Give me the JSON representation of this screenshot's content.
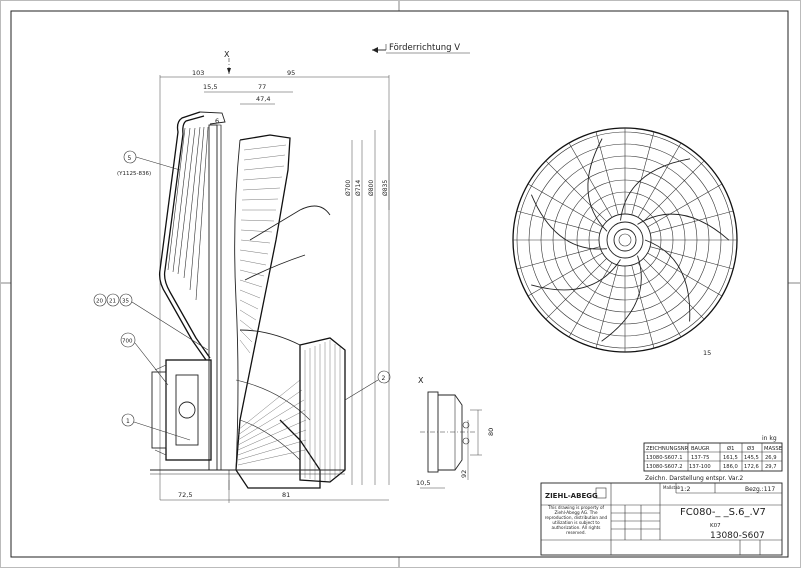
{
  "flow_direction": "Förderrichtung V",
  "section_marks": {
    "top": "X",
    "detail": "X"
  },
  "side_view": {
    "dims_top": [
      "103",
      "95",
      "15,5",
      "77",
      "47,4",
      "6"
    ],
    "dims_diameters": [
      "Ø700",
      "Ø714",
      "Ø800",
      "Ø835"
    ],
    "dims_bottom": [
      "72,5",
      "81"
    ],
    "callouts": [
      {
        "label": "5",
        "sub": "(Y1125-836)"
      },
      {
        "label": "20"
      },
      {
        "label": "21"
      },
      {
        "label": "35"
      },
      {
        "label": "700"
      },
      {
        "label": "1"
      },
      {
        "label": "2"
      }
    ]
  },
  "detail_view": {
    "dims": [
      "80",
      "92",
      "10,5"
    ]
  },
  "front_view": {
    "note": "15"
  },
  "mass_unit": "in kg",
  "parts_table": {
    "headers": [
      "ZEICHNUNGSNR",
      "BAUGR",
      "Ø1",
      "Ø3",
      "MASSE"
    ],
    "rows": [
      [
        "13080-S607.1",
        "137-75",
        "161,5",
        "145,5",
        "26,9"
      ],
      [
        "13080-S607.2",
        "137-100",
        "186,0",
        "172,6",
        "29,7"
      ]
    ]
  },
  "drawing_note": "Zeichn. Darstellung entspr. Var.2",
  "title_block": {
    "company": "ZIEHL-ABEGG",
    "scale_label": "Maßstab",
    "scale": "1:2",
    "sheet_ref": "Bezg.:117",
    "title": "FC080-_ _S.6_.V7",
    "subtitle": "K07",
    "drawing_no": "13080-S607",
    "copyright": "This drawing is property of Ziehl-Abegg AG. The reproduction, distribution and utilization is subject to authorization. All rights reserved."
  }
}
